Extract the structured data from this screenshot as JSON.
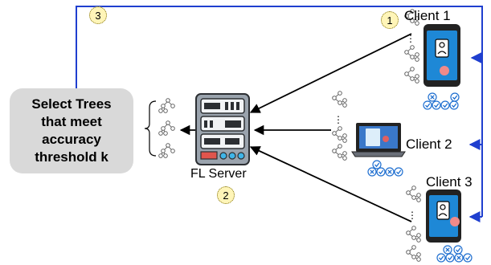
{
  "select_box": {
    "line1": "Select Trees",
    "line2": "that meet",
    "line3": "accuracy",
    "line4": "threshold k"
  },
  "server": {
    "label": "FL Server"
  },
  "clients": [
    {
      "label": "Client 1"
    },
    {
      "label": "Client 2"
    },
    {
      "label": "Client 3"
    }
  ],
  "steps": [
    "1",
    "2",
    "3"
  ],
  "colors": {
    "loop_line": "#1f3fcf",
    "box_fill": "#d9d9d9",
    "step_fill": "#fff5b8",
    "device_screen": "#1e88d6",
    "server_body": "#9aa3ad"
  },
  "icons": [
    "tree-icon",
    "server-icon",
    "phone-icon",
    "laptop-icon",
    "user-icon",
    "check-icon",
    "cross-icon"
  ]
}
